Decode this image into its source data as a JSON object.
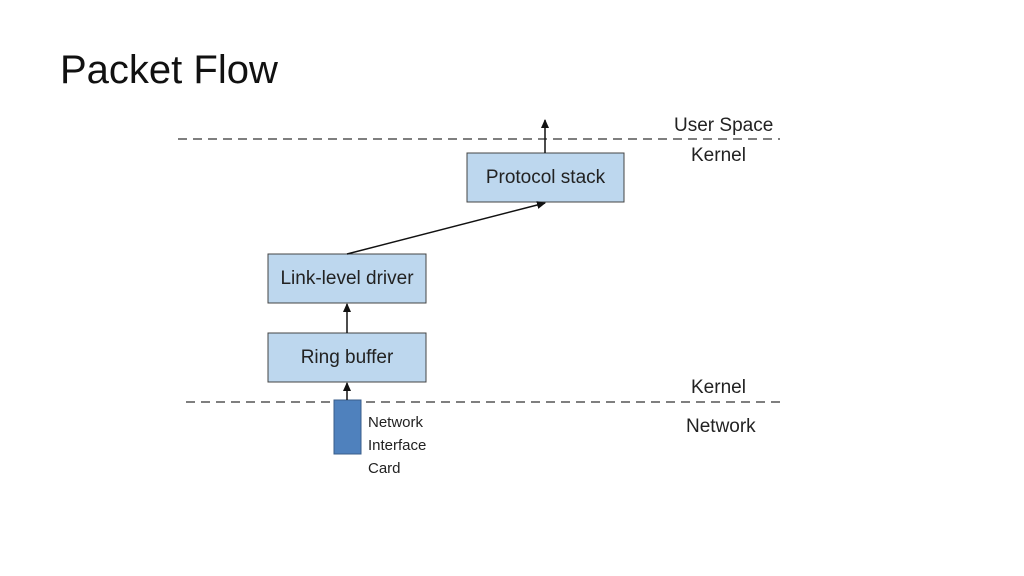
{
  "slide": {
    "title": "Packet Flow"
  },
  "diagram": {
    "boxes": {
      "protocol_stack": "Protocol stack",
      "link_level_driver": "Link-level driver",
      "ring_buffer": "Ring buffer"
    },
    "nic_label": [
      "Network",
      "Interface",
      "Card"
    ],
    "zones": {
      "user_space": "User Space",
      "kernel_top": "Kernel",
      "kernel_bottom": "Kernel",
      "network": "Network"
    },
    "colors": {
      "box_fill": "#bdd7ee",
      "nic_fill": "#4f81bd"
    }
  }
}
